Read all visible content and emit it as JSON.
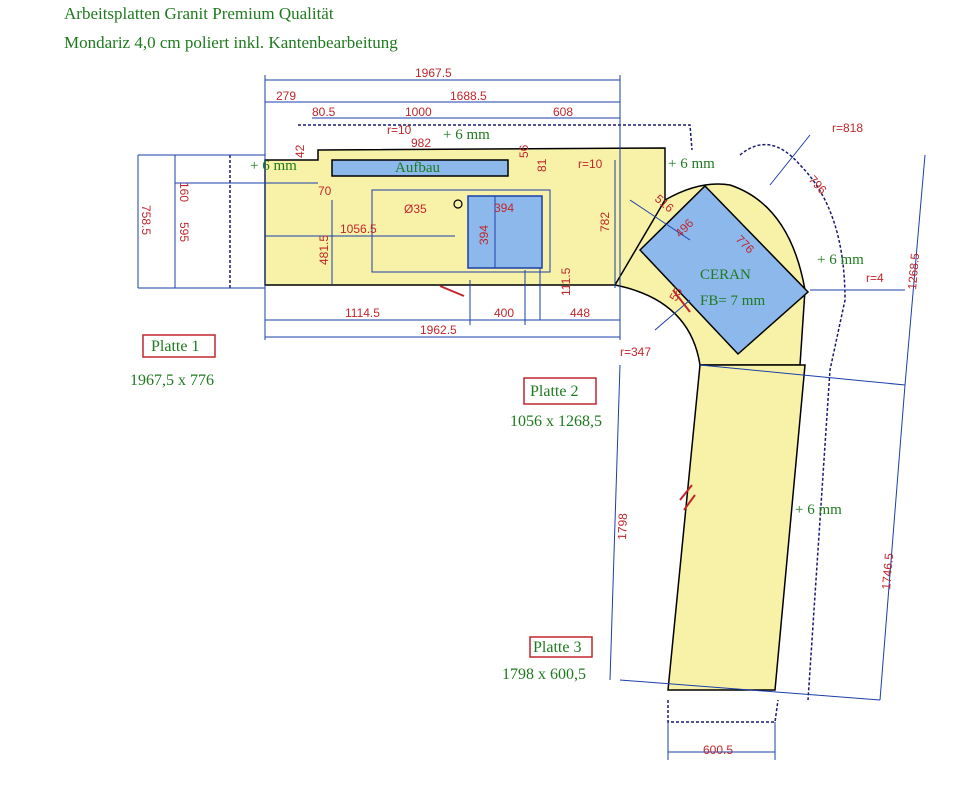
{
  "header": {
    "title": "Arbeitsplatten Granit Premium Qualität",
    "subtitle": "Mondariz 4,0 cm poliert inkl. Kantenbearbeitung"
  },
  "colors": {
    "slab": "#f7f2a8",
    "cutout": "#8cb8ec",
    "dimension": "#c0272d",
    "note": "#1f7a1f",
    "line": "#1a3fa8"
  },
  "plates": [
    {
      "label": "Platte 1",
      "size": "1967,5 x 776"
    },
    {
      "label": "Platte 2",
      "size": "1056 x 1268,5"
    },
    {
      "label": "Platte 3",
      "size": "1798 x 600,5"
    }
  ],
  "cutouts": {
    "aufbau": "Aufbau",
    "ceran": "CERAN",
    "ceran_fb": "FB= 7 mm"
  },
  "notes": {
    "plus6_left": "+ 6 mm",
    "plus6_top": "+ 6 mm",
    "plus6_corner": "+ 6 mm",
    "plus6_right": "+ 6 mm",
    "plus6_long": "+ 6 mm"
  },
  "dims": {
    "d1967_5": "1967.5",
    "d279": "279",
    "d1688_5": "1688.5",
    "d80_5": "80.5",
    "d1000": "1000",
    "d608": "608",
    "r10a": "r=10",
    "d982": "982",
    "d56": "56",
    "d81": "81",
    "r10b": "r=10",
    "d160": "160",
    "d42": "42",
    "d70": "70",
    "d758_5": "758.5",
    "d595": "595",
    "d35": "Ø35",
    "d394a": "394",
    "d394b": "394",
    "d1056_5": "1056.5",
    "d481_5": "481.5",
    "d782": "782",
    "d111_5": "111.5",
    "d1114_5": "1114.5",
    "d400": "400",
    "d448": "448",
    "d1962_5": "1962.5",
    "d516": "516",
    "d496": "496",
    "d776": "776",
    "d796": "796",
    "r818": "r=818",
    "r4": "r=4",
    "d1268_5": "1268.5",
    "r347": "r=347",
    "d55": "55",
    "d1798": "1798",
    "d1746_5": "1746.5",
    "d600_5": "600.5"
  }
}
